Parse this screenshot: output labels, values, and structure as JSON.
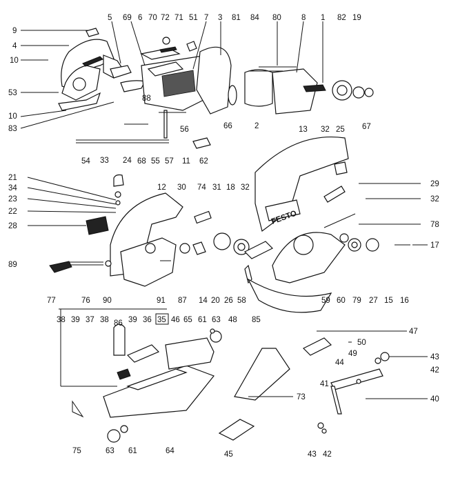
{
  "diagram": {
    "callouts": [
      {
        "id": "c9",
        "text": "9"
      },
      {
        "id": "c4",
        "text": "4"
      },
      {
        "id": "c10a",
        "text": "10"
      },
      {
        "id": "c53",
        "text": "53"
      },
      {
        "id": "c10b",
        "text": "10"
      },
      {
        "id": "c83",
        "text": "83"
      },
      {
        "id": "c5",
        "text": "5"
      },
      {
        "id": "c69",
        "text": "69"
      },
      {
        "id": "c6",
        "text": "6"
      },
      {
        "id": "c70",
        "text": "70"
      },
      {
        "id": "c72",
        "text": "72"
      },
      {
        "id": "c71",
        "text": "71"
      },
      {
        "id": "c51",
        "text": "51"
      },
      {
        "id": "c7",
        "text": "7"
      },
      {
        "id": "c3",
        "text": "3"
      },
      {
        "id": "c81",
        "text": "81"
      },
      {
        "id": "c84",
        "text": "84"
      },
      {
        "id": "c80",
        "text": "80"
      },
      {
        "id": "c8",
        "text": "8"
      },
      {
        "id": "c1",
        "text": "1"
      },
      {
        "id": "c82",
        "text": "82"
      },
      {
        "id": "c19",
        "text": "19"
      },
      {
        "id": "c88",
        "text": "88"
      },
      {
        "id": "c56",
        "text": "56"
      },
      {
        "id": "c66",
        "text": "66"
      },
      {
        "id": "c2",
        "text": "2"
      },
      {
        "id": "c67",
        "text": "67"
      },
      {
        "id": "c13",
        "text": "13"
      },
      {
        "id": "c32a",
        "text": "32"
      },
      {
        "id": "c25",
        "text": "25"
      },
      {
        "id": "c54",
        "text": "54"
      },
      {
        "id": "c68",
        "text": "68"
      },
      {
        "id": "c55",
        "text": "55"
      },
      {
        "id": "c57",
        "text": "57"
      },
      {
        "id": "c11",
        "text": "11"
      },
      {
        "id": "c62",
        "text": "62"
      },
      {
        "id": "c33",
        "text": "33"
      },
      {
        "id": "c24",
        "text": "24"
      },
      {
        "id": "c21",
        "text": "21"
      },
      {
        "id": "c34",
        "text": "34"
      },
      {
        "id": "c23",
        "text": "23"
      },
      {
        "id": "c22",
        "text": "22"
      },
      {
        "id": "c28",
        "text": "28"
      },
      {
        "id": "c12",
        "text": "12"
      },
      {
        "id": "c30",
        "text": "30"
      },
      {
        "id": "c74",
        "text": "74"
      },
      {
        "id": "c31",
        "text": "31"
      },
      {
        "id": "c18",
        "text": "18"
      },
      {
        "id": "c32b",
        "text": "32"
      },
      {
        "id": "c29",
        "text": "29"
      },
      {
        "id": "c32c",
        "text": "32"
      },
      {
        "id": "c78",
        "text": "78"
      },
      {
        "id": "c17",
        "text": "17"
      },
      {
        "id": "c89",
        "text": "89"
      },
      {
        "id": "c77",
        "text": "77"
      },
      {
        "id": "c76",
        "text": "76"
      },
      {
        "id": "c90",
        "text": "90"
      },
      {
        "id": "c91",
        "text": "91"
      },
      {
        "id": "c87",
        "text": "87"
      },
      {
        "id": "c14",
        "text": "14"
      },
      {
        "id": "c20",
        "text": "20"
      },
      {
        "id": "c26",
        "text": "26"
      },
      {
        "id": "c58",
        "text": "58"
      },
      {
        "id": "c60",
        "text": "60"
      },
      {
        "id": "c79",
        "text": "79"
      },
      {
        "id": "c27",
        "text": "27"
      },
      {
        "id": "c15",
        "text": "15"
      },
      {
        "id": "c16",
        "text": "16"
      },
      {
        "id": "c59",
        "text": "59"
      },
      {
        "id": "c38a",
        "text": "38"
      },
      {
        "id": "c39a",
        "text": "39"
      },
      {
        "id": "c37",
        "text": "37"
      },
      {
        "id": "c38b",
        "text": "38"
      },
      {
        "id": "c86",
        "text": "86"
      },
      {
        "id": "c39b",
        "text": "39"
      },
      {
        "id": "c36",
        "text": "36"
      },
      {
        "id": "c35",
        "text": "35"
      },
      {
        "id": "c46",
        "text": "46"
      },
      {
        "id": "c65",
        "text": "65"
      },
      {
        "id": "c61a",
        "text": "61"
      },
      {
        "id": "c63a",
        "text": "63"
      },
      {
        "id": "c48",
        "text": "48"
      },
      {
        "id": "c85",
        "text": "85"
      },
      {
        "id": "c47",
        "text": "47"
      },
      {
        "id": "c50",
        "text": "50"
      },
      {
        "id": "c49",
        "text": "49"
      },
      {
        "id": "c44",
        "text": "44"
      },
      {
        "id": "c43a",
        "text": "43"
      },
      {
        "id": "c42a",
        "text": "42"
      },
      {
        "id": "c41",
        "text": "41"
      },
      {
        "id": "c73",
        "text": "73"
      },
      {
        "id": "c40",
        "text": "40"
      },
      {
        "id": "c75",
        "text": "75"
      },
      {
        "id": "c63b",
        "text": "63"
      },
      {
        "id": "c61b",
        "text": "61"
      },
      {
        "id": "c64",
        "text": "64"
      },
      {
        "id": "c45",
        "text": "45"
      },
      {
        "id": "c43b",
        "text": "43"
      },
      {
        "id": "c42b",
        "text": "42"
      }
    ],
    "brand_text": "FESTO"
  }
}
